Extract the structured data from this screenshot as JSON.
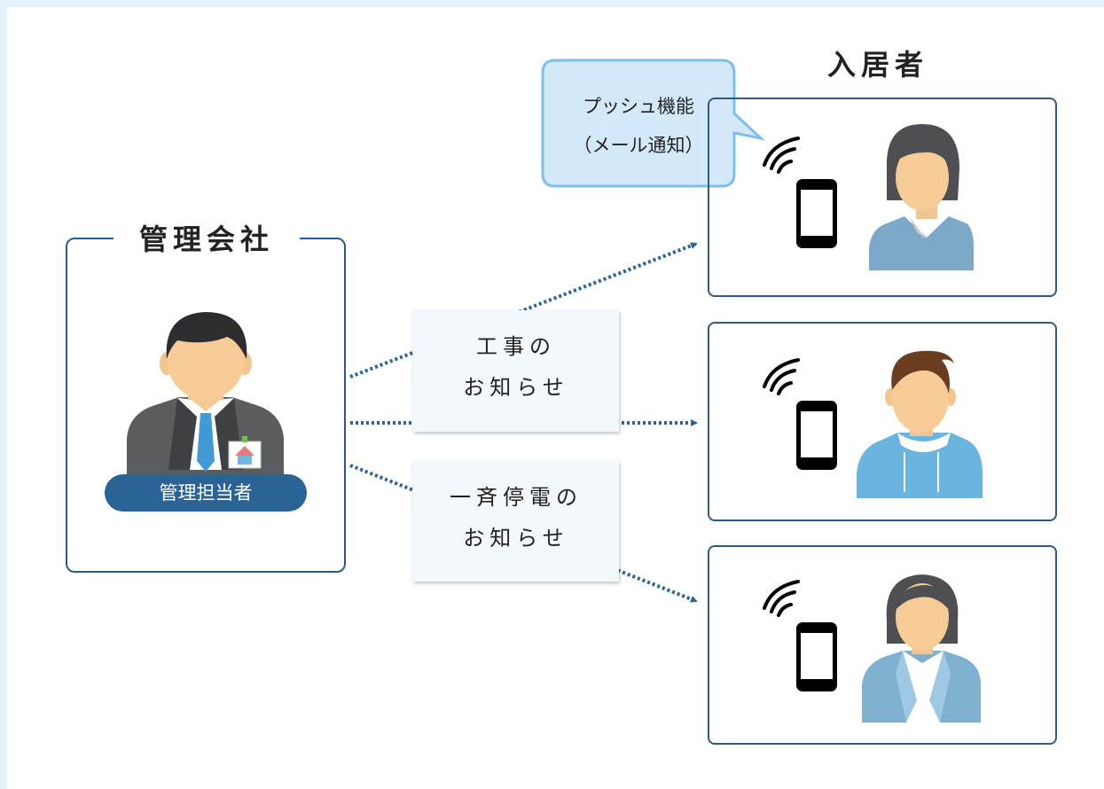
{
  "company": {
    "title": "管理会社",
    "staff_label": "管理担当者"
  },
  "residents": {
    "title": "入居者"
  },
  "messages": [
    {
      "line1": "工事の",
      "line2": "お知らせ"
    },
    {
      "line1": "一斉停電の",
      "line2": "お知らせ"
    }
  ],
  "push_bubble": {
    "line1": "プッシュ機能",
    "line2": "（メール通知）"
  },
  "colors": {
    "border": "#2d5b86",
    "arrow": "#2a6396",
    "badge": "#2a6396",
    "bubble_fill": "#d3e9f9",
    "bubble_border": "#7cc0ec",
    "card_fill": "#f3f8fd"
  },
  "icons": [
    "person-icon",
    "phone-icon",
    "wifi-signal-icon",
    "arrow-icon"
  ]
}
